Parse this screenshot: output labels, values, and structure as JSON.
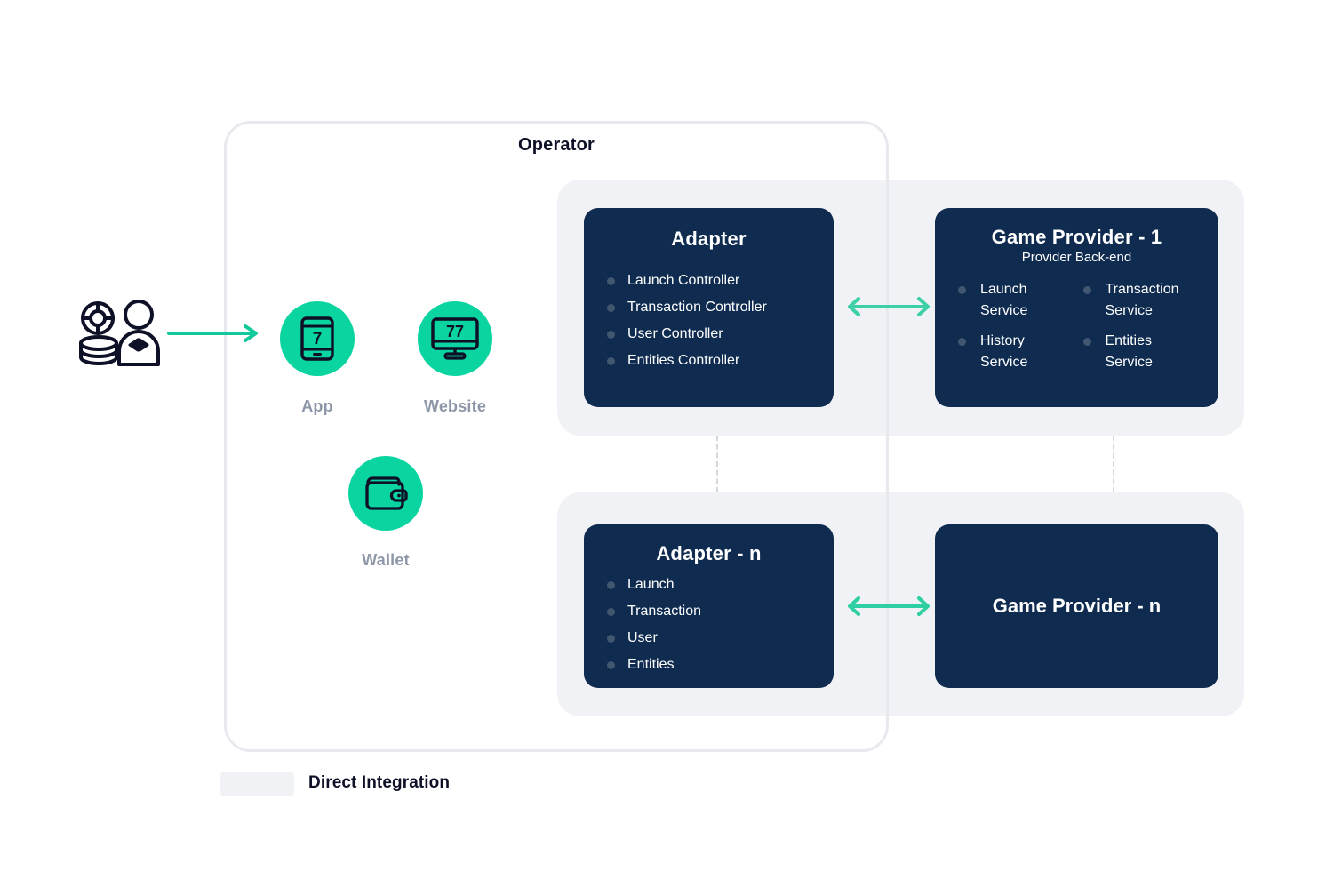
{
  "diagram": {
    "operator": {
      "title": "Operator"
    },
    "channels": [
      {
        "id": "app",
        "label": "App",
        "icon": "mobile-phone-slot-icon"
      },
      {
        "id": "website",
        "label": "Website",
        "icon": "desktop-monitor-slot-icon"
      },
      {
        "id": "wallet",
        "label": "Wallet",
        "icon": "wallet-icon"
      }
    ],
    "player": {
      "icon": "player-chips-dealer-icon"
    },
    "integration_rows": [
      {
        "id": "row-1",
        "adapter": {
          "title": "Adapter",
          "items": [
            "Launch Controller",
            "Transaction Controller",
            "User Controller",
            "Entities Controller"
          ]
        },
        "provider": {
          "title": "Game Provider - 1",
          "subtitle": "Provider Back-end",
          "services": [
            "Launch Service",
            "Transaction Service",
            "History Service",
            "Entities Service"
          ]
        }
      },
      {
        "id": "row-n",
        "adapter": {
          "title": "Adapter - n",
          "items": [
            "Launch",
            "Transaction",
            "User",
            "Entities"
          ]
        },
        "provider": {
          "title": "Game Provider - n",
          "subtitle": "",
          "services": []
        }
      }
    ],
    "legend": {
      "label": "Direct Integration",
      "swatch_color": "#f1f2f5"
    },
    "colors": {
      "accent_teal": "#0ad4a0",
      "card_navy": "#0f2c50",
      "panel_grey": "#f1f2f5",
      "label_grey": "#8d97a8",
      "text_dark": "#0d1026",
      "bullet": "#41566f",
      "border_grey": "#e7e9ee",
      "dashed_grey": "#d4d7de"
    }
  }
}
